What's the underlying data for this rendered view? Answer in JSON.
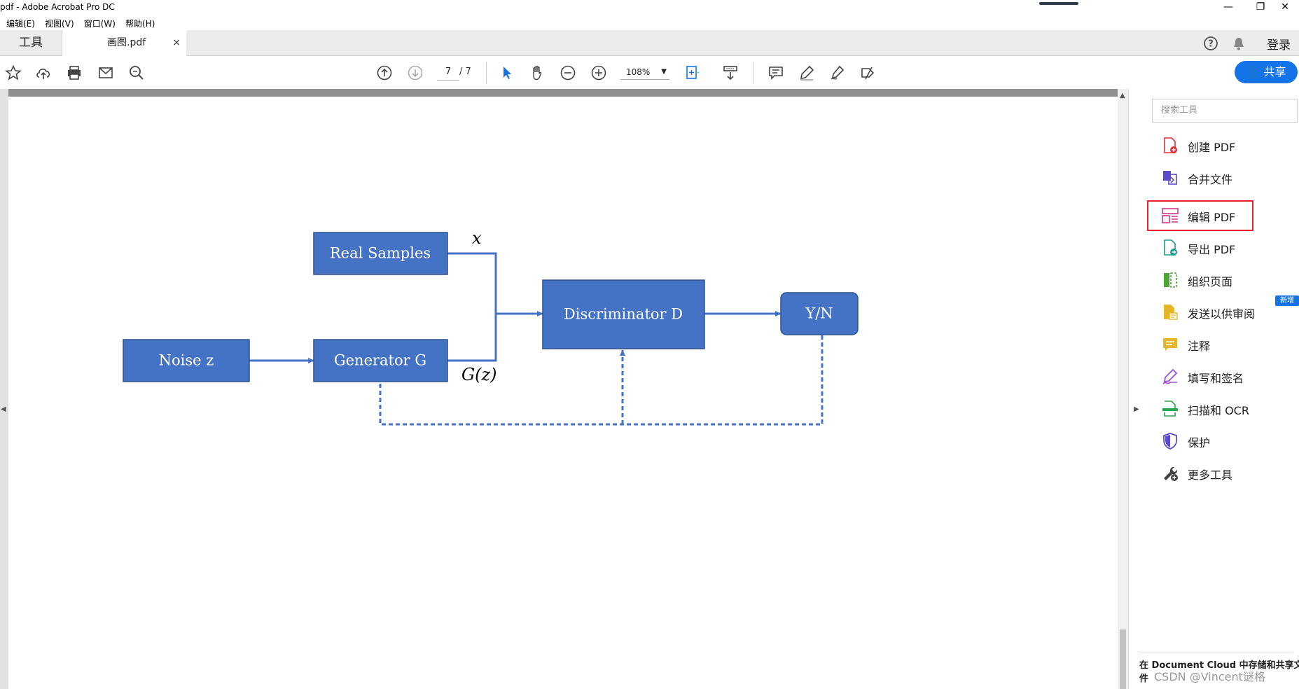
{
  "titlebar": {
    "title": "pdf - Adobe Acrobat Pro DC",
    "minimize": "—",
    "restore": "❐",
    "close": "✕"
  },
  "menu": [
    "编辑(E)",
    "视图(V)",
    "窗口(W)",
    "帮助(H)"
  ],
  "tabs": {
    "tools": "工具",
    "document": "画图.pdf",
    "close": "×"
  },
  "tabbar_right": {
    "help": "?",
    "login": "登录"
  },
  "toolbar": {
    "page_current": "7",
    "page_total": "/ 7",
    "zoom": "108%",
    "share_label": "共享"
  },
  "diagram": {
    "real_samples": "Real Samples",
    "noise": "Noise z",
    "generator": "Generator G",
    "discriminator": "Discriminator D",
    "output": "Y/N",
    "label_x": "x",
    "label_gz": "G(z)"
  },
  "panel": {
    "search_placeholder": "搜索工具",
    "new_badge": "新增",
    "tools": [
      {
        "label": "创建 PDF",
        "icon": "create-pdf-icon",
        "color": "#e0323a"
      },
      {
        "label": "合并文件",
        "icon": "combine-files-icon",
        "color": "#5b4ccf"
      },
      {
        "label": "编辑 PDF",
        "icon": "edit-pdf-icon",
        "color": "#d8338c"
      },
      {
        "label": "导出 PDF",
        "icon": "export-pdf-icon",
        "color": "#1f9b8b"
      },
      {
        "label": "组织页面",
        "icon": "organize-pages-icon",
        "color": "#4aa832"
      },
      {
        "label": "发送以供审阅",
        "icon": "send-review-icon",
        "color": "#e5b52a"
      },
      {
        "label": "注释",
        "icon": "comment-icon",
        "color": "#e5b52a"
      },
      {
        "label": "填写和签名",
        "icon": "fill-sign-icon",
        "color": "#9b4ed1"
      },
      {
        "label": "扫描和 OCR",
        "icon": "scan-ocr-icon",
        "color": "#2ea44f"
      },
      {
        "label": "保护",
        "icon": "protect-icon",
        "color": "#5b4ccf"
      },
      {
        "label": "更多工具",
        "icon": "more-tools-icon",
        "color": "#444444"
      }
    ],
    "bottom_text": "在 Document Cloud 中存储和共享文件",
    "watermark": "CSDN @Vincent谜格"
  },
  "colors": {
    "accent": "#1473e6",
    "diagram_fill": "#4472c4",
    "highlight": "#e8202a"
  }
}
